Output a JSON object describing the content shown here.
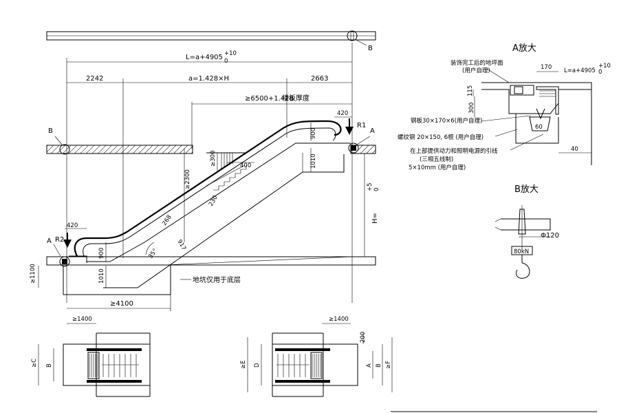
{
  "labels": {
    "total_length": "L=a+4905",
    "tol_top": "+10",
    "tol_bottom": "0",
    "left_length": "2242",
    "mid_length": "a=1.428×H",
    "right_length": "2663",
    "min_span": "≥6500+1.428",
    "floor_thickness": "楼板厚度",
    "r1": "R1",
    "r2": "R2",
    "dim_420_top": "420",
    "dim_420_bot": "420",
    "dim_900_top": "900",
    "dim_1010_top": "1010",
    "dim_900_bot": "900",
    "dim_1010_bot": "1010",
    "dim_300": "≥300",
    "dim_400": "400",
    "dim_2300": "≥2300",
    "dim_230": "230",
    "dim_268": "268",
    "dim_917": "917",
    "angle": "35°",
    "height": "H=",
    "height_tol_top": "+5",
    "height_tol_bottom": "0",
    "dim_1100": "≥1100",
    "dim_4100": "≥4100",
    "pit_note": "地坑仅用于底层",
    "mark_a": "A",
    "mark_b": "B",
    "plan_1400_left": "≥1400",
    "plan_1400_right": "≥1400",
    "plan_c": "≥C",
    "plan_b_left": "B",
    "plan_e": "≥E",
    "plan_d": "D",
    "plan_200": "200",
    "plan_a": "A",
    "plan_b_right": "B",
    "plan_f": "≥F"
  },
  "detail_a": {
    "title": "A放大",
    "note_floor": "装饰完工后的地坪面",
    "note_floor_sub": "(用户自理)",
    "dim_170": "170",
    "dim_length": "L=a+4905",
    "tol_top": "+10",
    "tol_bottom": "0",
    "dim_115": "115",
    "dim_300": "300",
    "note_plate": "钢板30×170×6(用户自理)",
    "note_rebar": "螺纹钢 20×150, 6根 (用户自理)",
    "note_power": "在上部提供动力和照明电源的引线",
    "note_power_sub": "(三相五线制)",
    "note_power_size": "5×10mm  (用户自理)",
    "dim_40": "40",
    "dim_60": "60"
  },
  "detail_b": {
    "title": "B放大",
    "diameter": "Φ120",
    "load": "80kN"
  }
}
